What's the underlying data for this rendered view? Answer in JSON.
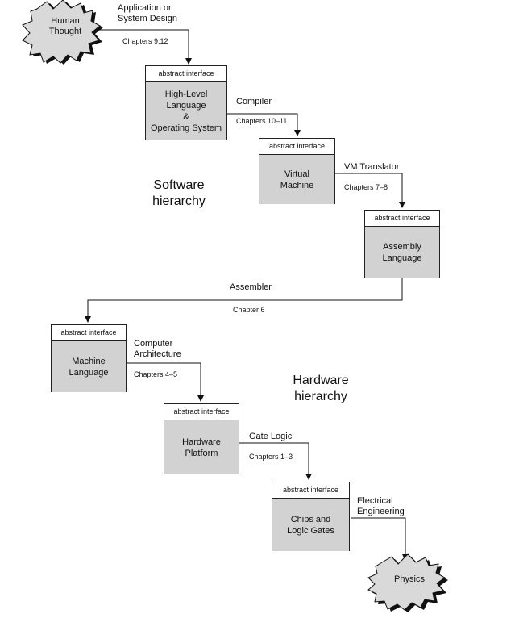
{
  "start_node": {
    "label": "Human\nThought"
  },
  "end_node": {
    "label": "Physics"
  },
  "section_labels": {
    "software": "Software\nhierarchy",
    "hardware": "Hardware\nhierarchy"
  },
  "boxes": [
    {
      "header": "abstract interface",
      "label": "High-Level\nLanguage\n&\nOperating System"
    },
    {
      "header": "abstract interface",
      "label": "Virtual\nMachine"
    },
    {
      "header": "abstract interface",
      "label": "Assembly\nLanguage"
    },
    {
      "header": "abstract interface",
      "label": "Machine\nLanguage"
    },
    {
      "header": "abstract interface",
      "label": "Hardware\nPlatform"
    },
    {
      "header": "abstract interface",
      "label": "Chips and\nLogic Gates"
    }
  ],
  "transitions": [
    {
      "name": "Application or\nSystem Design",
      "chapters": "Chapters 9,12"
    },
    {
      "name": "Compiler",
      "chapters": "Chapters 10–11"
    },
    {
      "name": "VM Translator",
      "chapters": "Chapters 7–8"
    },
    {
      "name": "Assembler",
      "chapters": "Chapter 6"
    },
    {
      "name": "Computer\nArchitecture",
      "chapters": "Chapters 4–5"
    },
    {
      "name": "Gate Logic",
      "chapters": "Chapters 1–3"
    },
    {
      "name": "Electrical\nEngineering",
      "chapters": ""
    }
  ]
}
